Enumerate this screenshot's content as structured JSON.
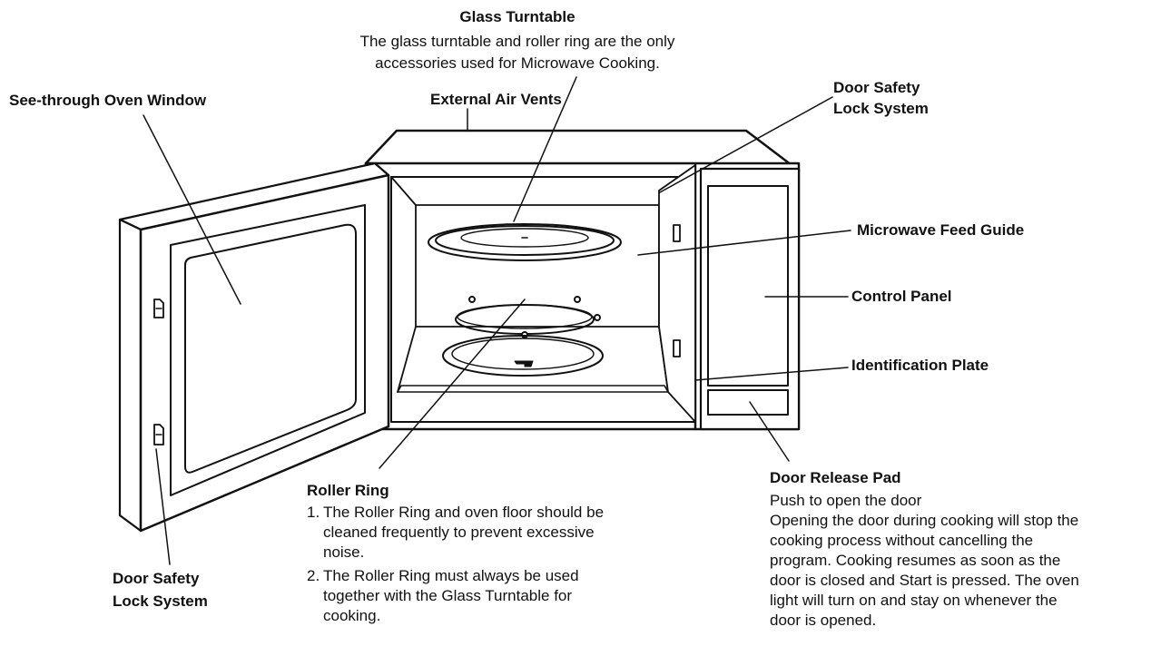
{
  "labels": {
    "glass_turntable": {
      "title": "Glass Turntable",
      "line1": "The glass turntable and roller ring are the only",
      "line2": "accessories used for Microwave Cooking."
    },
    "see_through_window": "See-through Oven Window",
    "external_air_vents": "External Air Vents",
    "door_safety_lock_top": {
      "line1": "Door Safety",
      "line2": "Lock System"
    },
    "microwave_feed_guide": "Microwave Feed Guide",
    "control_panel": "Control Panel",
    "identification_plate": "Identification Plate",
    "door_safety_lock_bottom": {
      "line1": "Door Safety",
      "line2": "Lock System"
    },
    "roller_ring": {
      "title": "Roller Ring",
      "items": [
        {
          "num": "1.",
          "lines": [
            "The Roller Ring and oven floor should be",
            "cleaned frequently to prevent excessive",
            "noise."
          ]
        },
        {
          "num": "2.",
          "lines": [
            "The Roller Ring must always be used",
            "together with the Glass Turntable for",
            "cooking."
          ]
        }
      ]
    },
    "door_release_pad": {
      "title": "Door Release Pad",
      "lines": [
        "Push to open the door",
        "Opening the door during cooking will stop the",
        "cooking process without cancelling the",
        "program. Cooking resumes as soon as the",
        "door is closed and Start is pressed. The oven",
        "light will turn on and stay on whenever the",
        "door is opened."
      ]
    }
  },
  "colors": {
    "ink": "#111111",
    "background": "#ffffff"
  }
}
